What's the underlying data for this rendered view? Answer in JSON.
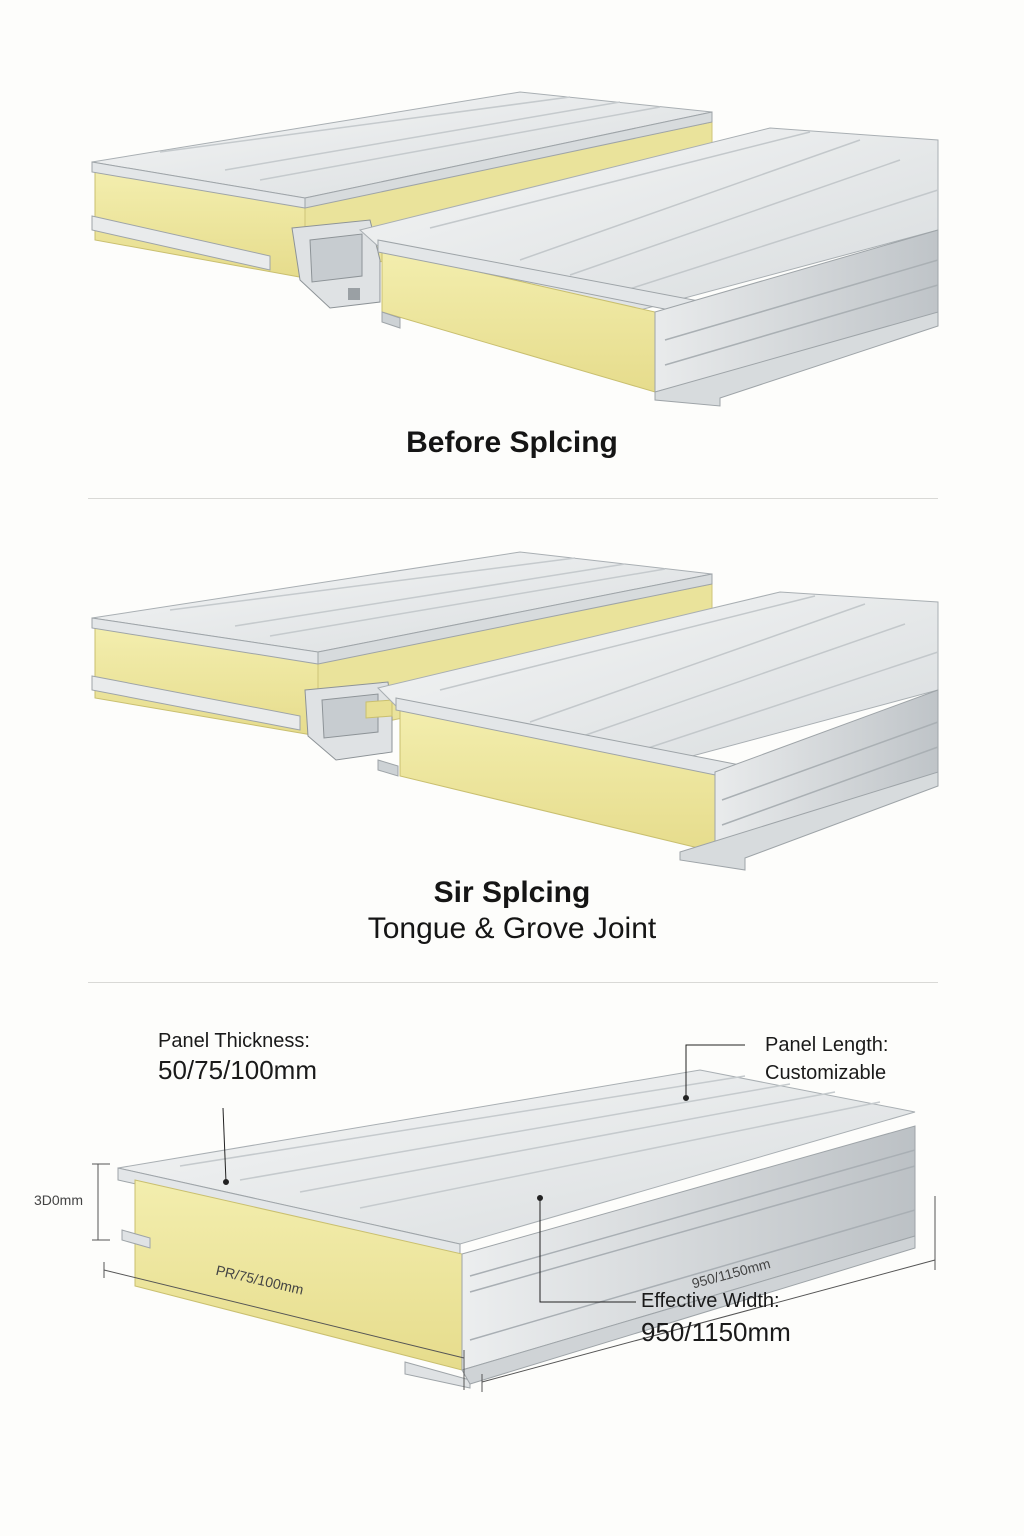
{
  "sections": [
    {
      "caption_line1": "Before Splcing"
    },
    {
      "caption_line1": "Sir Splcing",
      "caption_line2": "Tongue & Grove Joint"
    }
  ],
  "specs": {
    "thickness_label": "Panel Thickness:",
    "thickness_value": "50/75/100mm",
    "length_label": "Panel Length:",
    "length_value": "Customizable",
    "width_label": "Effective Width:",
    "width_value": "950/1150mm",
    "dim_height": "3D0mm",
    "dim_front": "PR/75/100mm",
    "dim_side": "950/1150mm"
  },
  "colors": {
    "metal_light": "#f1f2f2",
    "metal_mid": "#d6d9db",
    "metal_dark": "#b9bec2",
    "core": "#efe9a2",
    "core_dark": "#ddd27c",
    "background": "#fdfdfb"
  }
}
